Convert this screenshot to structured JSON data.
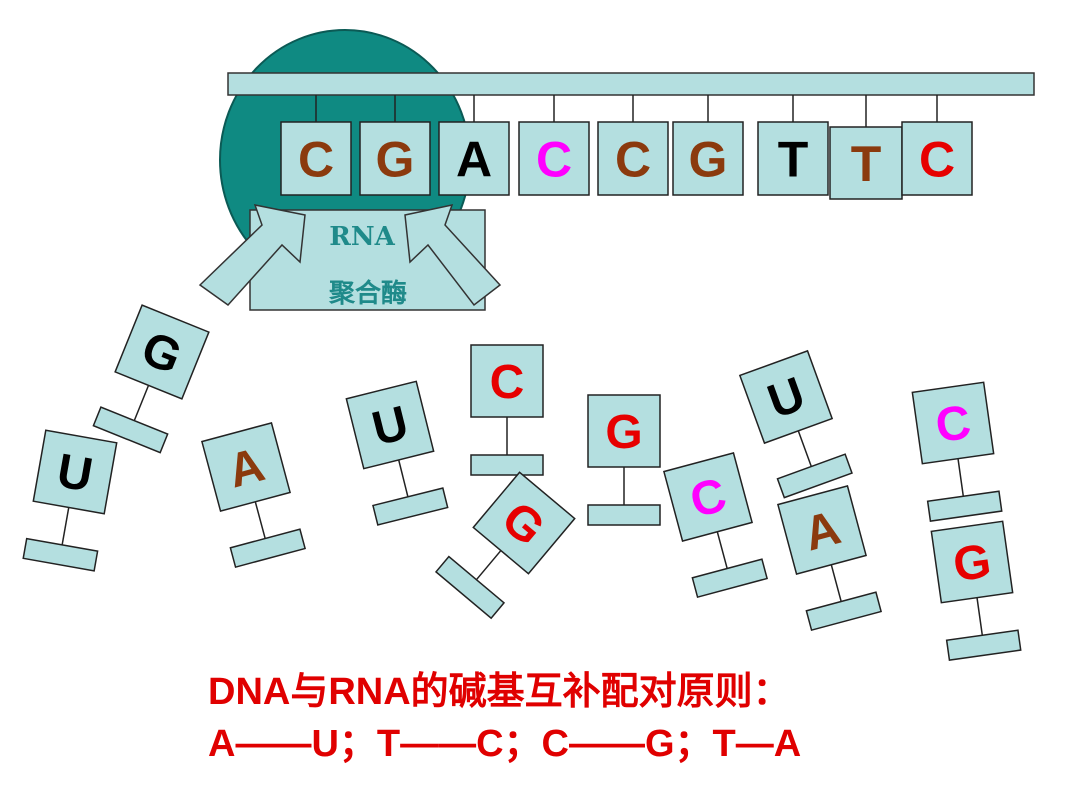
{
  "colors": {
    "strand_fill": "#b4dfe0",
    "stroke": "#222222",
    "enzyme_teal": "#0f8a82",
    "enzyme_label": "#1f8a8a",
    "brown": "#8b3a0e",
    "black": "#000000",
    "magenta": "#ff00ff",
    "red": "#e60000"
  },
  "enzyme": {
    "line1": "RNA",
    "line2": "聚合酶"
  },
  "dna_bases": [
    {
      "letter": "C",
      "color": "brown"
    },
    {
      "letter": "G",
      "color": "brown"
    },
    {
      "letter": "A",
      "color": "black"
    },
    {
      "letter": "C",
      "color": "magenta"
    },
    {
      "letter": "C",
      "color": "brown"
    },
    {
      "letter": "G",
      "color": "brown"
    },
    {
      "letter": "T",
      "color": "black"
    },
    {
      "letter": "T",
      "color": "brown"
    },
    {
      "letter": "C",
      "color": "red"
    }
  ],
  "free_nucleotides": [
    {
      "letter": "G",
      "color": "black"
    },
    {
      "letter": "U",
      "color": "black"
    },
    {
      "letter": "A",
      "color": "brown"
    },
    {
      "letter": "U",
      "color": "black"
    },
    {
      "letter": "C",
      "color": "red"
    },
    {
      "letter": "G",
      "color": "red"
    },
    {
      "letter": "G",
      "color": "red"
    },
    {
      "letter": "C",
      "color": "magenta"
    },
    {
      "letter": "U",
      "color": "black"
    },
    {
      "letter": "A",
      "color": "brown"
    },
    {
      "letter": "C",
      "color": "magenta"
    },
    {
      "letter": "G",
      "color": "red"
    }
  ],
  "footer": {
    "line1": "DNA与RNA的碱基互补配对原则：",
    "line2": "A——U；T——C；C——G；T—A"
  }
}
